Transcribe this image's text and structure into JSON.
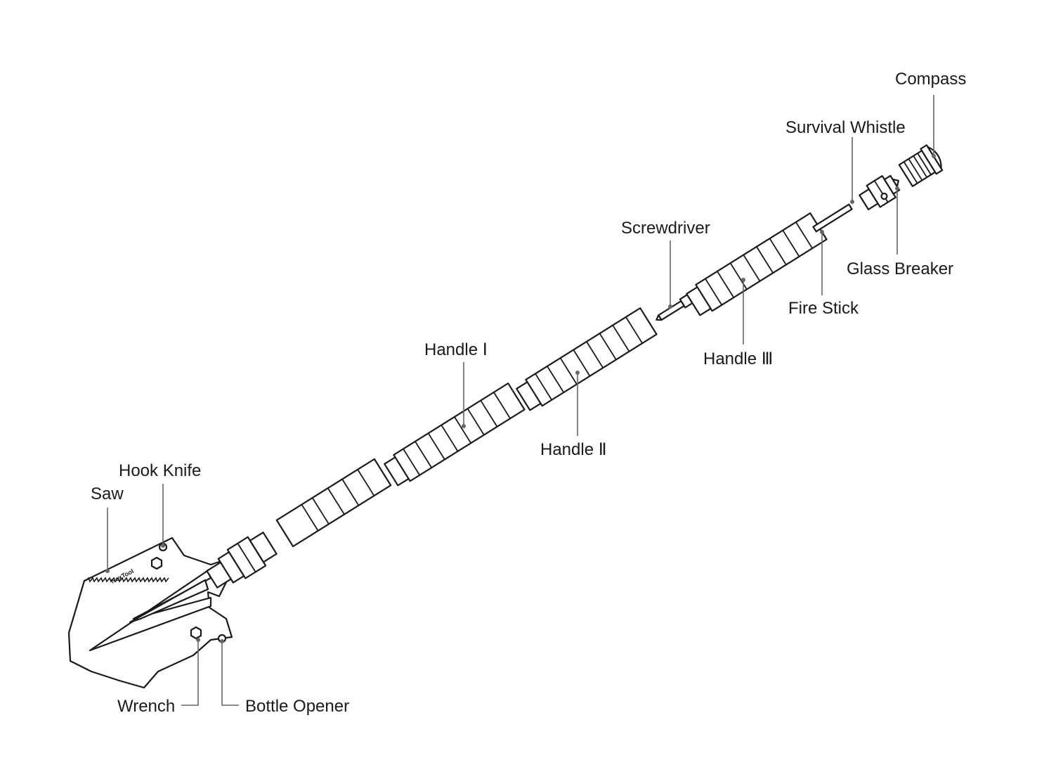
{
  "brand": "NexTool",
  "labels": {
    "compass": "Compass",
    "survival_whistle": "Survival Whistle",
    "screwdriver": "Screwdriver",
    "glass_breaker": "Glass Breaker",
    "fire_stick": "Fire Stick",
    "handle_1": "Handle Ⅰ",
    "handle_2": "Handle Ⅱ",
    "handle_3": "Handle Ⅲ",
    "hook_knife": "Hook Knife",
    "saw": "Saw",
    "wrench": "Wrench",
    "bottle_opener": "Bottle Opener"
  },
  "colors": {
    "outline": "#1a1a1a",
    "leader": "#666666",
    "background": "#ffffff"
  }
}
